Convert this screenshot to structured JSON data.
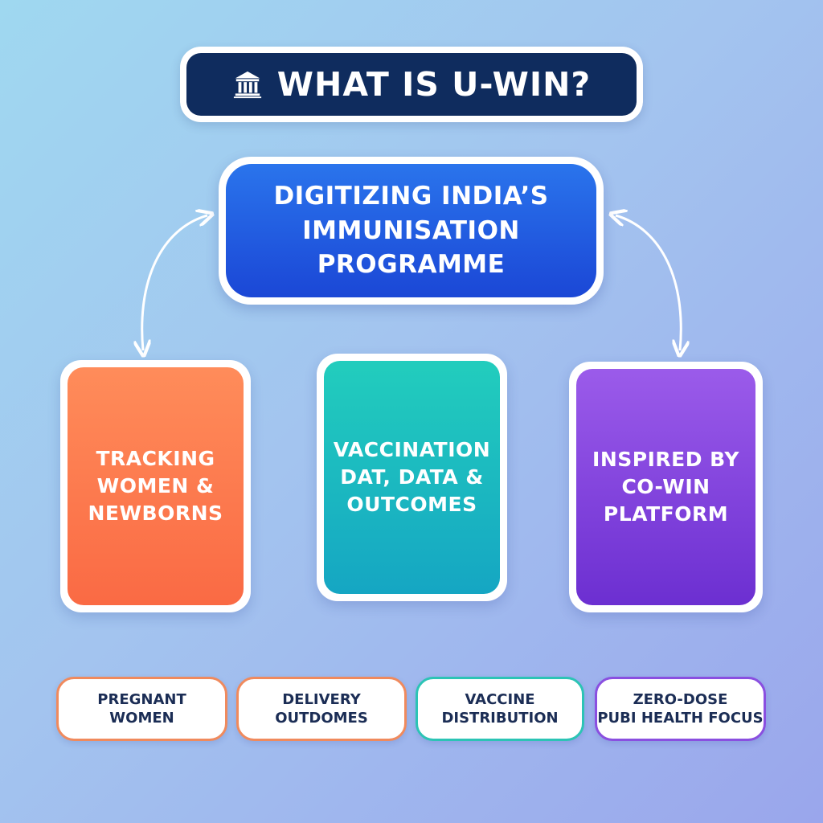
{
  "title": {
    "icon": "government-building-icon",
    "text": "WHAT IS U-WIN?"
  },
  "center": {
    "text": "DIGITIZING INDIA’S\nIMMUNISATION\nPROGRAMME",
    "color": "#1f57e0"
  },
  "cards": [
    {
      "text": "TRACKING\nWOMEN &\nNEWBORNS",
      "color": "#fb7a4e"
    },
    {
      "text": "VACCINATION\nDAT, DATA &\nOUTCOMES",
      "color": "#1cbcc0"
    },
    {
      "text": "INSPIRED BY\nCO-WIN\nPLATFORM",
      "color": "#8444de"
    }
  ],
  "tags": [
    {
      "text": "PREGNANT\nWOMEN",
      "border_color": "#f08a5d"
    },
    {
      "text": "DELIVERY\nOUTDOMES",
      "border_color": "#f08a5d"
    },
    {
      "text": "VACCINE\nDISTRIBUTION",
      "border_color": "#2cc4b5"
    },
    {
      "text": "ZERO-DOSE\nPUBI HEALTH FOCUS",
      "border_color": "#8a4fe0"
    }
  ],
  "arrows": {
    "icon": "double-headed-arrow-icon",
    "color": "#ffffff"
  }
}
